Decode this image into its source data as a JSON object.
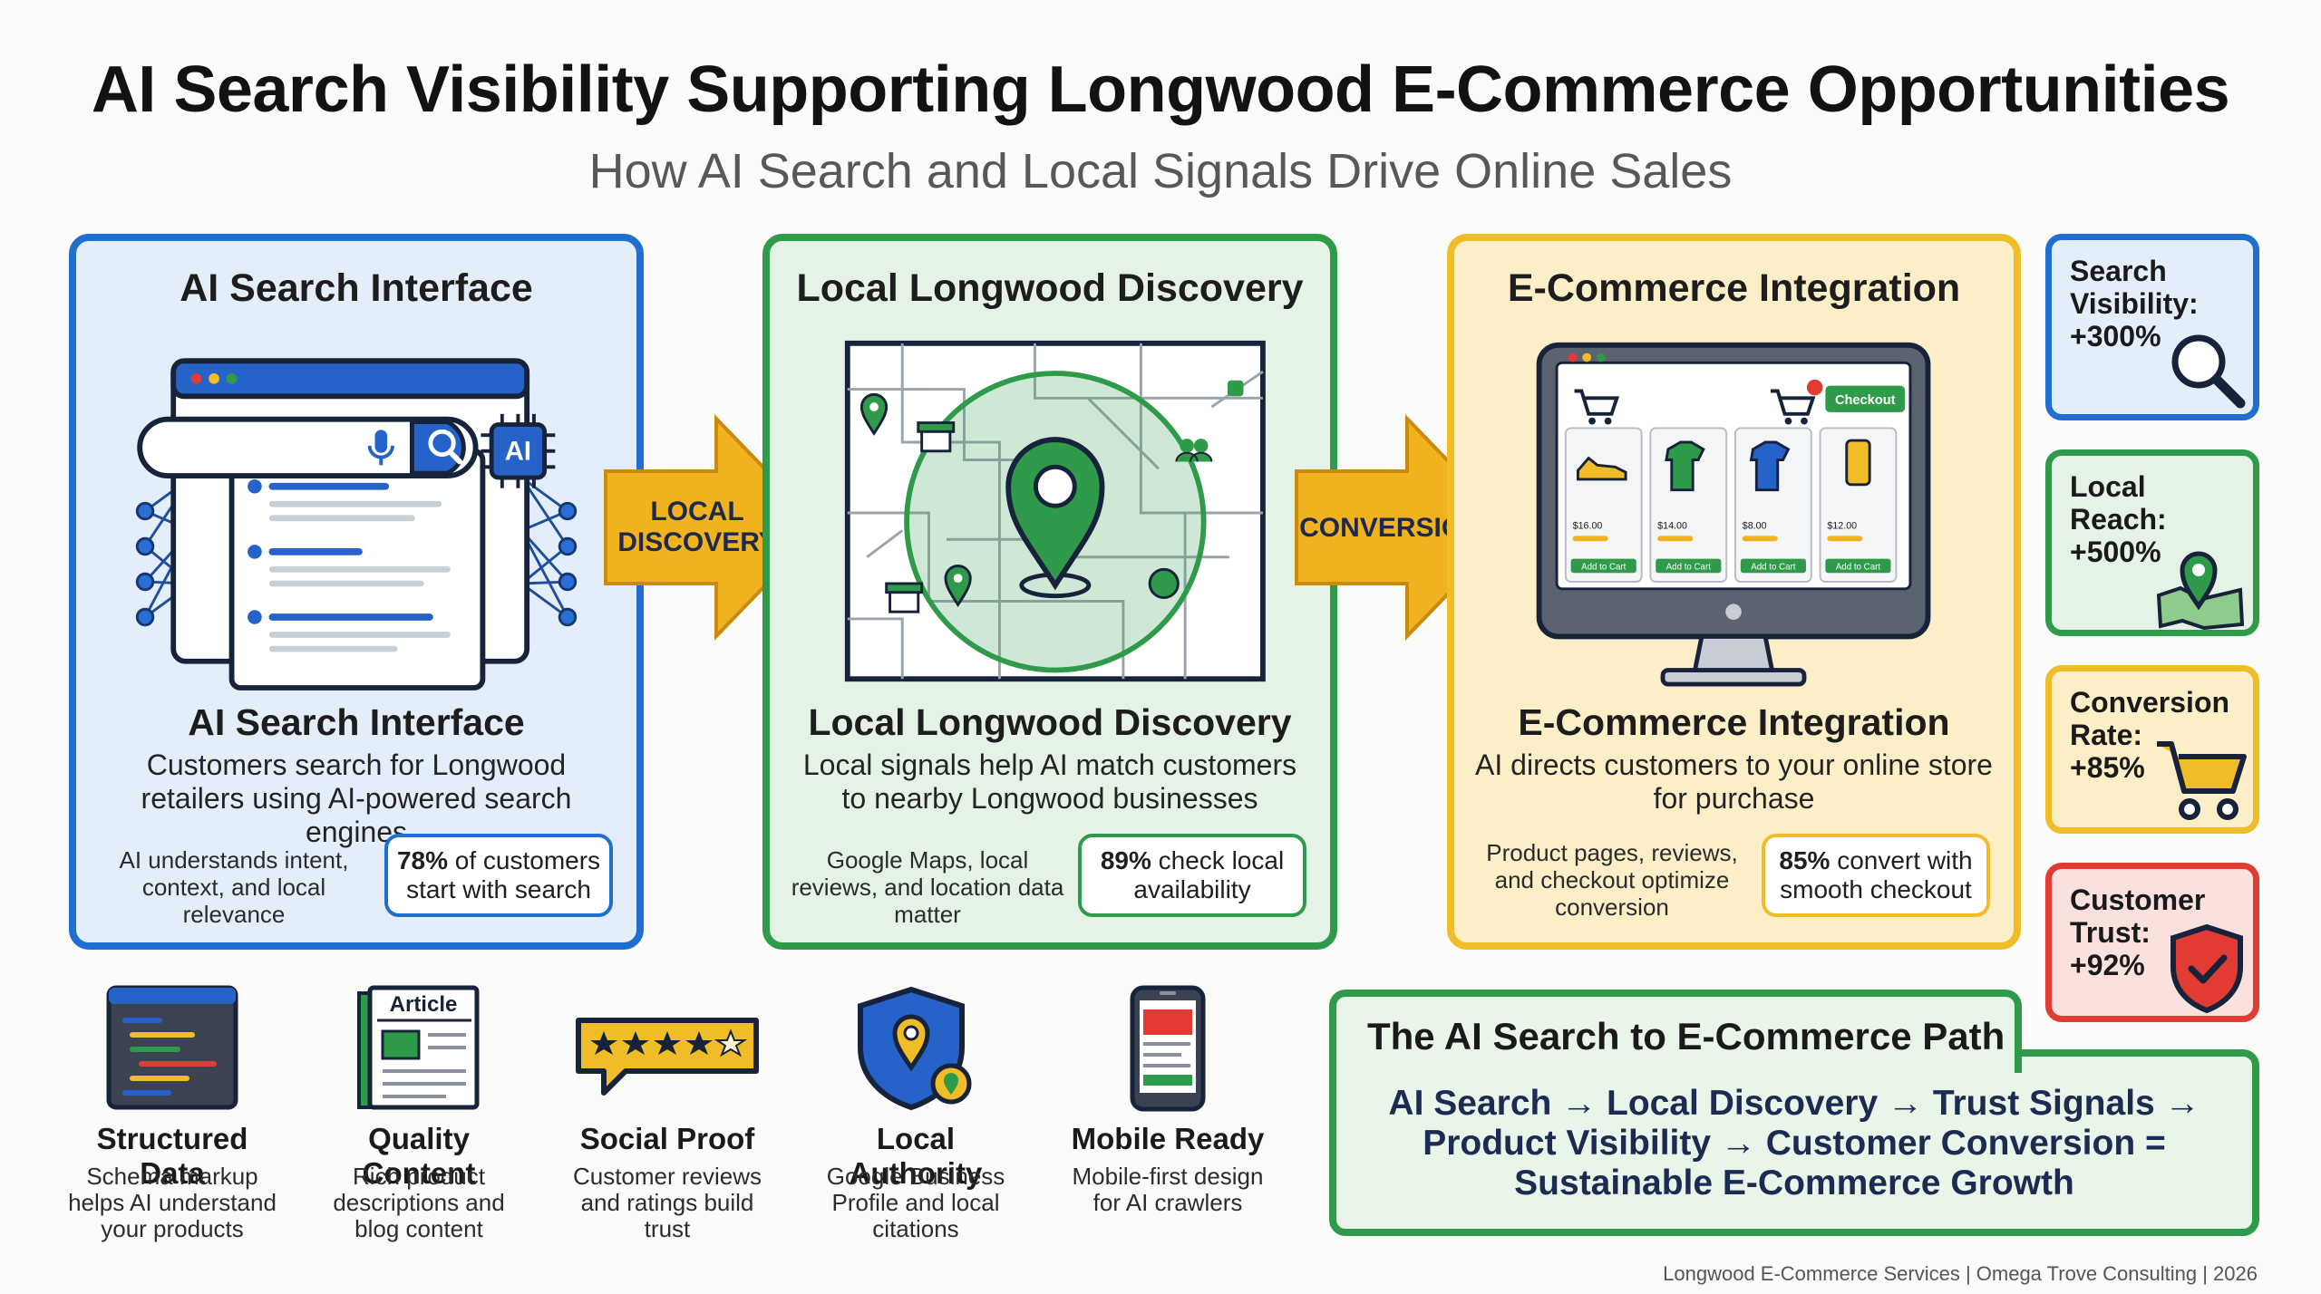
{
  "title": "AI Search Visibility Supporting Longwood E-Commerce Opportunities",
  "subtitle": "How AI Search and Local Signals Drive Online Sales",
  "panels": [
    {
      "heading": "AI Search Interface",
      "subheading": "AI Search Interface",
      "description": "Customers search for Longwood retailers using AI-powered search engines",
      "note": "AI understands intent, context, and local relevance",
      "stat_bold": "78%",
      "stat_text": " of customers start with search",
      "ai_badge": "AI"
    },
    {
      "heading": "Local Longwood Discovery",
      "subheading": "Local Longwood Discovery",
      "description": "Local signals help AI match customers to nearby Longwood businesses",
      "note": "Google Maps, local reviews, and location data matter",
      "stat_bold": "89%",
      "stat_text": " check local availability"
    },
    {
      "heading": "E-Commerce Integration",
      "subheading": "E-Commerce Integration",
      "description": "AI directs customers to your online store for purchase",
      "note": "Product pages, reviews, and checkout optimize conversion",
      "stat_bold": "85%",
      "stat_text": " convert with smooth checkout",
      "checkout_label": "Checkout",
      "products": [
        {
          "price": "$16.00",
          "button": "Add to Cart"
        },
        {
          "price": "$14.00",
          "button": "Add to Cart"
        },
        {
          "price": "$8.00",
          "button": "Add to Cart"
        },
        {
          "price": "$12.00",
          "button": "Add to Cart"
        }
      ]
    }
  ],
  "arrows": [
    {
      "label": "LOCAL DISCOVERY"
    },
    {
      "label": "CONVERSION"
    }
  ],
  "side_stats": [
    {
      "label": "Search Visibility: +300%",
      "line1": "Search",
      "line2": "Visibility:",
      "line3": "+300%"
    },
    {
      "label": "Local Reach: +500%",
      "line1": "Local",
      "line2": "Reach:",
      "line3": "+500%"
    },
    {
      "label": "Conversion Rate: +85%",
      "line1": "Conversion",
      "line2": "Rate:",
      "line3": "+85%"
    },
    {
      "label": "Customer Trust: +92%",
      "line1": "Customer",
      "line2": "Trust:",
      "line3": "+92%"
    }
  ],
  "features": [
    {
      "title": "Structured Data",
      "desc_lines": [
        "Schema markup",
        "helps AI understand",
        "your products"
      ]
    },
    {
      "title": "Quality Content",
      "desc_lines": [
        "Rich product",
        "descriptions and",
        "blog content"
      ],
      "icon_label": "Article"
    },
    {
      "title": "Social Proof",
      "desc_lines": [
        "Customer reviews",
        "and ratings build",
        "trust"
      ]
    },
    {
      "title": "Local Authority",
      "desc_lines": [
        "Google Business",
        "Profile and local",
        "citations"
      ]
    },
    {
      "title": "Mobile Ready",
      "desc_lines": [
        "Mobile-first design",
        "for AI crawlers"
      ]
    }
  ],
  "path": {
    "title": "The AI Search to E-Commerce Path",
    "line1": "AI Search → Local Discovery → Trust Signals →",
    "line2": "Product Visibility → Customer Conversion =",
    "line3": "Sustainable E-Commerce Growth"
  },
  "footer": "Longwood E-Commerce Services | Omega Trove Consulting | 2026",
  "colors": {
    "blue": "#1f6fd0",
    "green": "#2f9a4a",
    "yellow": "#f0bd28",
    "red": "#e23b33"
  }
}
